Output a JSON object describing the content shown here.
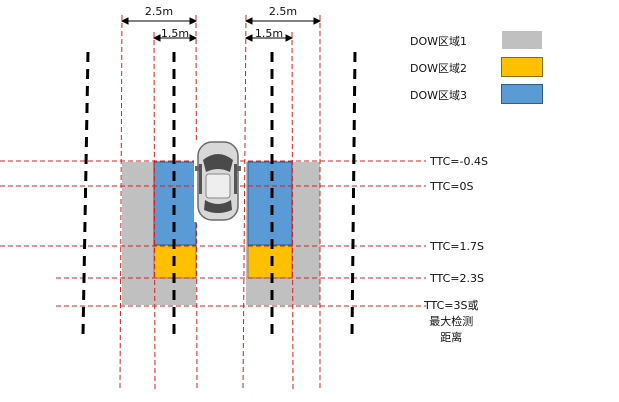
{
  "dimensions": {
    "outer_width": "2.5m",
    "inner_width": "1.5m"
  },
  "legend": [
    {
      "label": "DOW区域1",
      "color": "#c0c0c0"
    },
    {
      "label": "DOW区域2",
      "color": "#ffc000"
    },
    {
      "label": "DOW区域3",
      "color": "#5b9bd5"
    }
  ],
  "ttc_labels": {
    "neg04": "TTC=-0.4S",
    "zero": "TTC=0S",
    "t17": "TTC=1.7S",
    "t23": "TTC=2.3S",
    "t3_line1": "TTC=3S或",
    "t3_line2": "最大检测",
    "t3_line3": "距离"
  },
  "colors": {
    "guide_line": "#d42020",
    "lane_line": "#000000",
    "car_body": "#d8d8d8"
  }
}
